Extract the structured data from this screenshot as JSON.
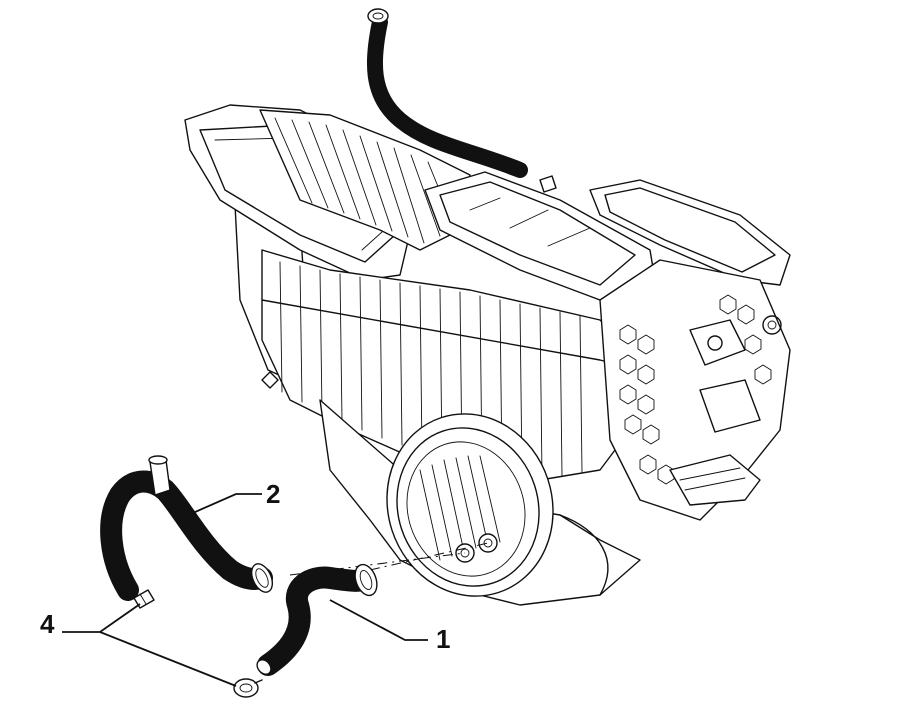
{
  "callouts": {
    "label_1": "1",
    "label_2": "2",
    "label_4": "4"
  },
  "colors": {
    "ink": "#111111",
    "background": "#ffffff"
  }
}
